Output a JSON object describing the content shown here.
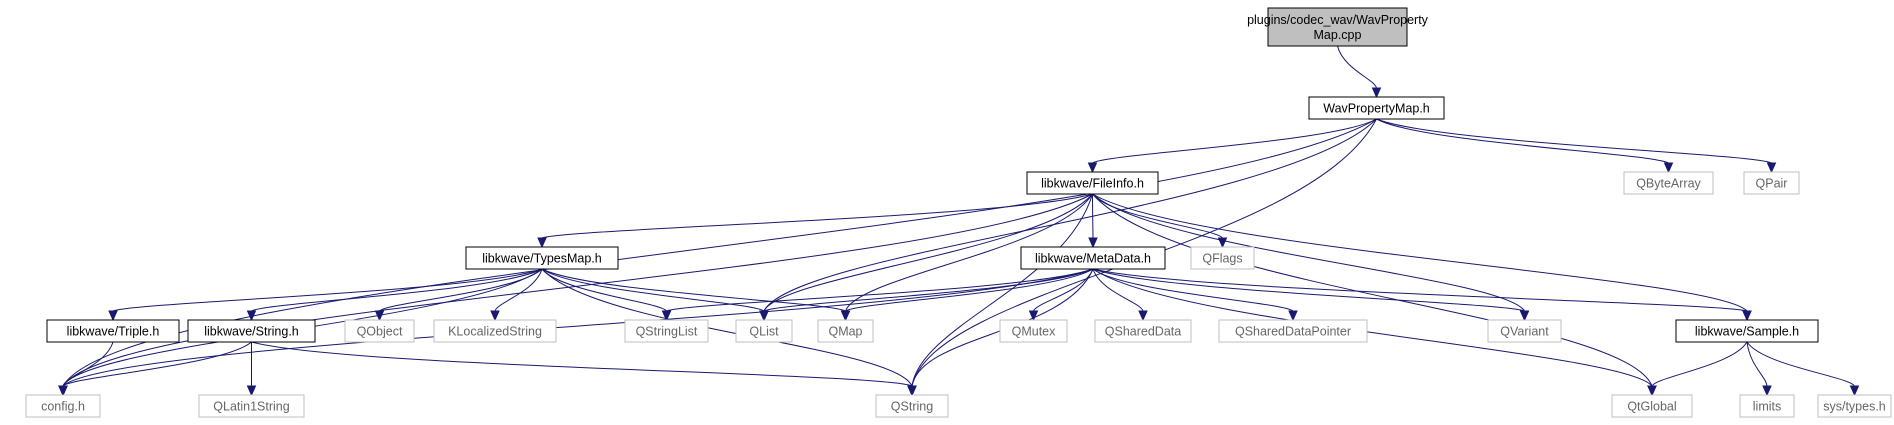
{
  "colors": {
    "edge": "#191970",
    "root_fill": "#bfbfbf",
    "node_border": "#000000",
    "external_border": "#bfbfbf",
    "external_text": "#666666"
  },
  "nodes": [
    {
      "id": "wpm_cpp",
      "lines": [
        "plugins/codec_wav/WavProperty",
        "Map.cpp"
      ],
      "style": "root"
    },
    {
      "id": "wpm_h",
      "lines": [
        "WavPropertyMap.h"
      ],
      "style": "internal"
    },
    {
      "id": "fileinfo",
      "lines": [
        "libkwave/FileInfo.h"
      ],
      "style": "internal"
    },
    {
      "id": "qbytearray",
      "lines": [
        "QByteArray"
      ],
      "style": "external"
    },
    {
      "id": "qpair",
      "lines": [
        "QPair"
      ],
      "style": "external"
    },
    {
      "id": "typesmap",
      "lines": [
        "libkwave/TypesMap.h"
      ],
      "style": "internal"
    },
    {
      "id": "metadata",
      "lines": [
        "libkwave/MetaData.h"
      ],
      "style": "internal"
    },
    {
      "id": "qflags",
      "lines": [
        "QFlags"
      ],
      "style": "external"
    },
    {
      "id": "triple",
      "lines": [
        "libkwave/Triple.h"
      ],
      "style": "internal"
    },
    {
      "id": "string_h",
      "lines": [
        "libkwave/String.h"
      ],
      "style": "internal"
    },
    {
      "id": "qobject",
      "lines": [
        "QObject"
      ],
      "style": "external"
    },
    {
      "id": "klocalized",
      "lines": [
        "KLocalizedString"
      ],
      "style": "external"
    },
    {
      "id": "qstringlist",
      "lines": [
        "QStringList"
      ],
      "style": "external"
    },
    {
      "id": "qlist",
      "lines": [
        "QList"
      ],
      "style": "external"
    },
    {
      "id": "qmap",
      "lines": [
        "QMap"
      ],
      "style": "external"
    },
    {
      "id": "qmutex",
      "lines": [
        "QMutex"
      ],
      "style": "external"
    },
    {
      "id": "qshareddata",
      "lines": [
        "QSharedData"
      ],
      "style": "external"
    },
    {
      "id": "qshareddatapointer",
      "lines": [
        "QSharedDataPointer"
      ],
      "style": "external"
    },
    {
      "id": "qvariant",
      "lines": [
        "QVariant"
      ],
      "style": "external"
    },
    {
      "id": "sample",
      "lines": [
        "libkwave/Sample.h"
      ],
      "style": "internal"
    },
    {
      "id": "config",
      "lines": [
        "config.h"
      ],
      "style": "external"
    },
    {
      "id": "qlatin1string",
      "lines": [
        "QLatin1String"
      ],
      "style": "external"
    },
    {
      "id": "qstring",
      "lines": [
        "QString"
      ],
      "style": "external"
    },
    {
      "id": "qtglobal",
      "lines": [
        "QtGlobal"
      ],
      "style": "external"
    },
    {
      "id": "limits",
      "lines": [
        "limits"
      ],
      "style": "external"
    },
    {
      "id": "systypes",
      "lines": [
        "sys/types.h"
      ],
      "style": "external"
    }
  ],
  "edges": [
    [
      "wpm_cpp",
      "wpm_h"
    ],
    [
      "wpm_h",
      "config"
    ],
    [
      "wpm_h",
      "fileinfo"
    ],
    [
      "wpm_h",
      "qlist"
    ],
    [
      "wpm_h",
      "qstring"
    ],
    [
      "wpm_h",
      "qbytearray"
    ],
    [
      "wpm_h",
      "qpair"
    ],
    [
      "fileinfo",
      "config"
    ],
    [
      "fileinfo",
      "typesmap"
    ],
    [
      "fileinfo",
      "qlist"
    ],
    [
      "fileinfo",
      "qmap"
    ],
    [
      "fileinfo",
      "qstring"
    ],
    [
      "fileinfo",
      "metadata"
    ],
    [
      "fileinfo",
      "qflags"
    ],
    [
      "fileinfo",
      "qvariant"
    ],
    [
      "fileinfo",
      "qtglobal"
    ],
    [
      "fileinfo",
      "sample"
    ],
    [
      "typesmap",
      "config"
    ],
    [
      "typesmap",
      "triple"
    ],
    [
      "typesmap",
      "string_h"
    ],
    [
      "typesmap",
      "qobject"
    ],
    [
      "typesmap",
      "klocalized"
    ],
    [
      "typesmap",
      "qstringlist"
    ],
    [
      "typesmap",
      "qlist"
    ],
    [
      "typesmap",
      "qmap"
    ],
    [
      "typesmap",
      "qstring"
    ],
    [
      "metadata",
      "config"
    ],
    [
      "metadata",
      "qstringlist"
    ],
    [
      "metadata",
      "qlist"
    ],
    [
      "metadata",
      "qmap"
    ],
    [
      "metadata",
      "qmutex"
    ],
    [
      "metadata",
      "qshareddata"
    ],
    [
      "metadata",
      "qshareddatapointer"
    ],
    [
      "metadata",
      "qvariant"
    ],
    [
      "metadata",
      "sample"
    ],
    [
      "metadata",
      "qstring"
    ],
    [
      "metadata",
      "qtglobal"
    ],
    [
      "triple",
      "config"
    ],
    [
      "string_h",
      "config"
    ],
    [
      "string_h",
      "qlatin1string"
    ],
    [
      "string_h",
      "qstring"
    ],
    [
      "sample",
      "qtglobal"
    ],
    [
      "sample",
      "limits"
    ],
    [
      "sample",
      "systypes"
    ]
  ]
}
